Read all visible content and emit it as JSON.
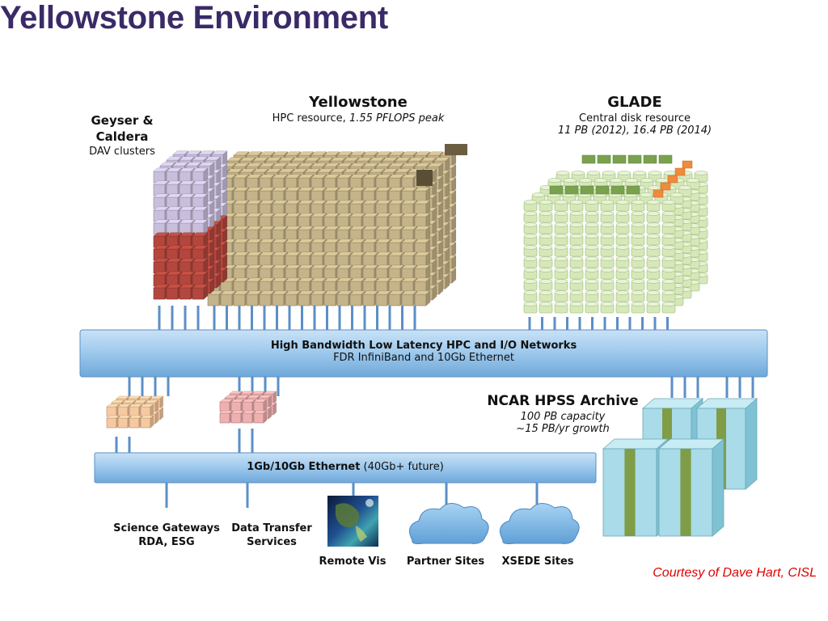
{
  "title": "Yellowstone Environment",
  "yellowstone": {
    "name": "Yellowstone",
    "desc_prefix": "HPC resource, ",
    "desc_italic": "1.55 PFLOPS peak"
  },
  "geyser": {
    "name_line1": "Geyser &",
    "name_line2": "Caldera",
    "desc": "DAV clusters"
  },
  "glade": {
    "name": "GLADE",
    "desc": "Central disk resource",
    "capacity": "11 PB (2012), 16.4 PB (2014)"
  },
  "hpc_network": {
    "line1": "High Bandwidth Low Latency HPC and I/O Networks",
    "line2": "FDR InfiniBand and 10Gb Ethernet"
  },
  "hpss": {
    "name": "NCAR HPSS Archive",
    "capacity": "100 PB capacity",
    "growth": "~15 PB/yr growth"
  },
  "ethernet": {
    "label_bold": "1Gb/10Gb Ethernet",
    "label_normal": " (40Gb+ future)"
  },
  "endpoints": {
    "science_gateways": {
      "line1": "Science Gateways",
      "line2": "RDA, ESG"
    },
    "data_transfer": {
      "line1": "Data Transfer",
      "line2": "Services"
    },
    "remote_vis": "Remote Vis",
    "partner_sites": "Partner Sites",
    "xsede_sites": "XSEDE Sites"
  },
  "credit": "Courtesy of Dave Hart, CISL",
  "colors": {
    "title": "#3b2a67",
    "network_bar": "#8fc0e6",
    "yellowstone_cube": "#c5b48a",
    "geyser_top": "#c9bfdc",
    "caldera_bottom": "#b3473e",
    "glade_disk": "#d6e8b8",
    "glade_top": "#7aa24e",
    "glade_accent": "#f08a3c",
    "hpss_tape": "#a9dbe8",
    "hpss_band": "#7f9d46",
    "cluster_peach": "#f7c9a0",
    "cluster_pink": "#eeb0b0",
    "credit": "#e00000"
  }
}
